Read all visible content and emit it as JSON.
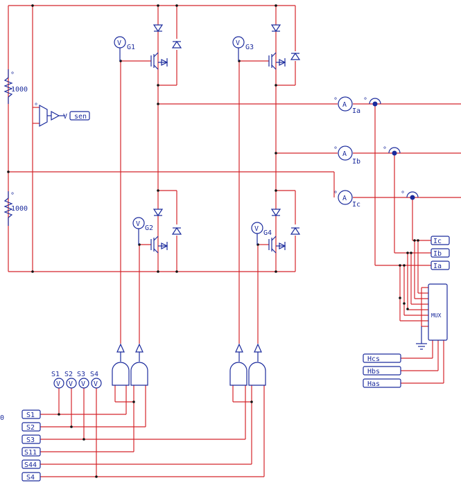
{
  "colors": {
    "wire": "#d4242a",
    "device": "#1a2a9c",
    "background": "#ffffff"
  },
  "resistors": {
    "r_top": "1000",
    "r_bottom": "1000"
  },
  "voltage_sensor_tag": "sen",
  "voltmeter_symbol": "V",
  "ammeter_symbol": "A",
  "gate_voltmeters": {
    "g1": "G1",
    "g2": "G2",
    "g3": "G3",
    "g4": "G4"
  },
  "current_meters": {
    "ia": "Ia",
    "ib": "Ib",
    "ic": "Ic"
  },
  "mux_label": "MUX",
  "mux_input_tags": [
    "Ic",
    "Ib",
    "Ia"
  ],
  "hall_tags": [
    "Hcs",
    "Hbs",
    "Has"
  ],
  "switch_meters": [
    "S1",
    "S2",
    "S3",
    "S4"
  ],
  "switch_tags": [
    "S1",
    "S2",
    "S3",
    "S11",
    "S44",
    "S4"
  ],
  "edge_fragment": "0"
}
